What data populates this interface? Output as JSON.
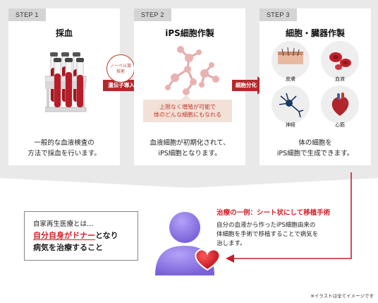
{
  "steps": [
    {
      "tab": "STEP 1",
      "title": "採血",
      "desc_l1": "一般的な血液検査の",
      "desc_l2": "方法で採血を行います。"
    },
    {
      "tab": "STEP 2",
      "title": "iPS細胞作製",
      "desc_l1": "血液細胞が初期化されて、",
      "desc_l2": "iPS細胞となります。"
    },
    {
      "tab": "STEP 3",
      "title": "細胞・臓器作製",
      "desc_l1": "体の細胞を",
      "desc_l2": "iPS細胞で生成できます。"
    }
  ],
  "badge": {
    "l1": "ノーベル賞",
    "l2": "技術"
  },
  "arrow1_label": "遺伝子導入",
  "arrow2_label": "細胞分化",
  "note": {
    "l1": "上限なく増殖が可能で",
    "l2": "体のどんな細胞にもなれる"
  },
  "organs": [
    {
      "label": "皮膚",
      "icon": "skin-icon"
    },
    {
      "label": "血液",
      "icon": "blood-cells-icon"
    },
    {
      "label": "神経",
      "icon": "neuron-icon"
    },
    {
      "label": "心筋",
      "icon": "heart-muscle-icon"
    }
  ],
  "definition": {
    "l1": "自家再生医療とは…",
    "l2_red": "自分自身がドナー",
    "l2_rest": "となり",
    "l3": "病気を治療すること"
  },
  "treatment": {
    "title": "治療の一例：シート状にして移植手術",
    "d1": "自分の血液から作ったiPS細胞由来の",
    "d2": "体細胞を手術で移植することで病気を",
    "d3": "治します。"
  },
  "footnote": "※イラストは全てイメージです",
  "colors": {
    "band": "#e9e9e9",
    "tab": "#d4d4d4",
    "arrow": "#b5282b",
    "accent_red": "#d0212a",
    "note_bg": "#f3e1d8",
    "person": "#8b74e6"
  }
}
